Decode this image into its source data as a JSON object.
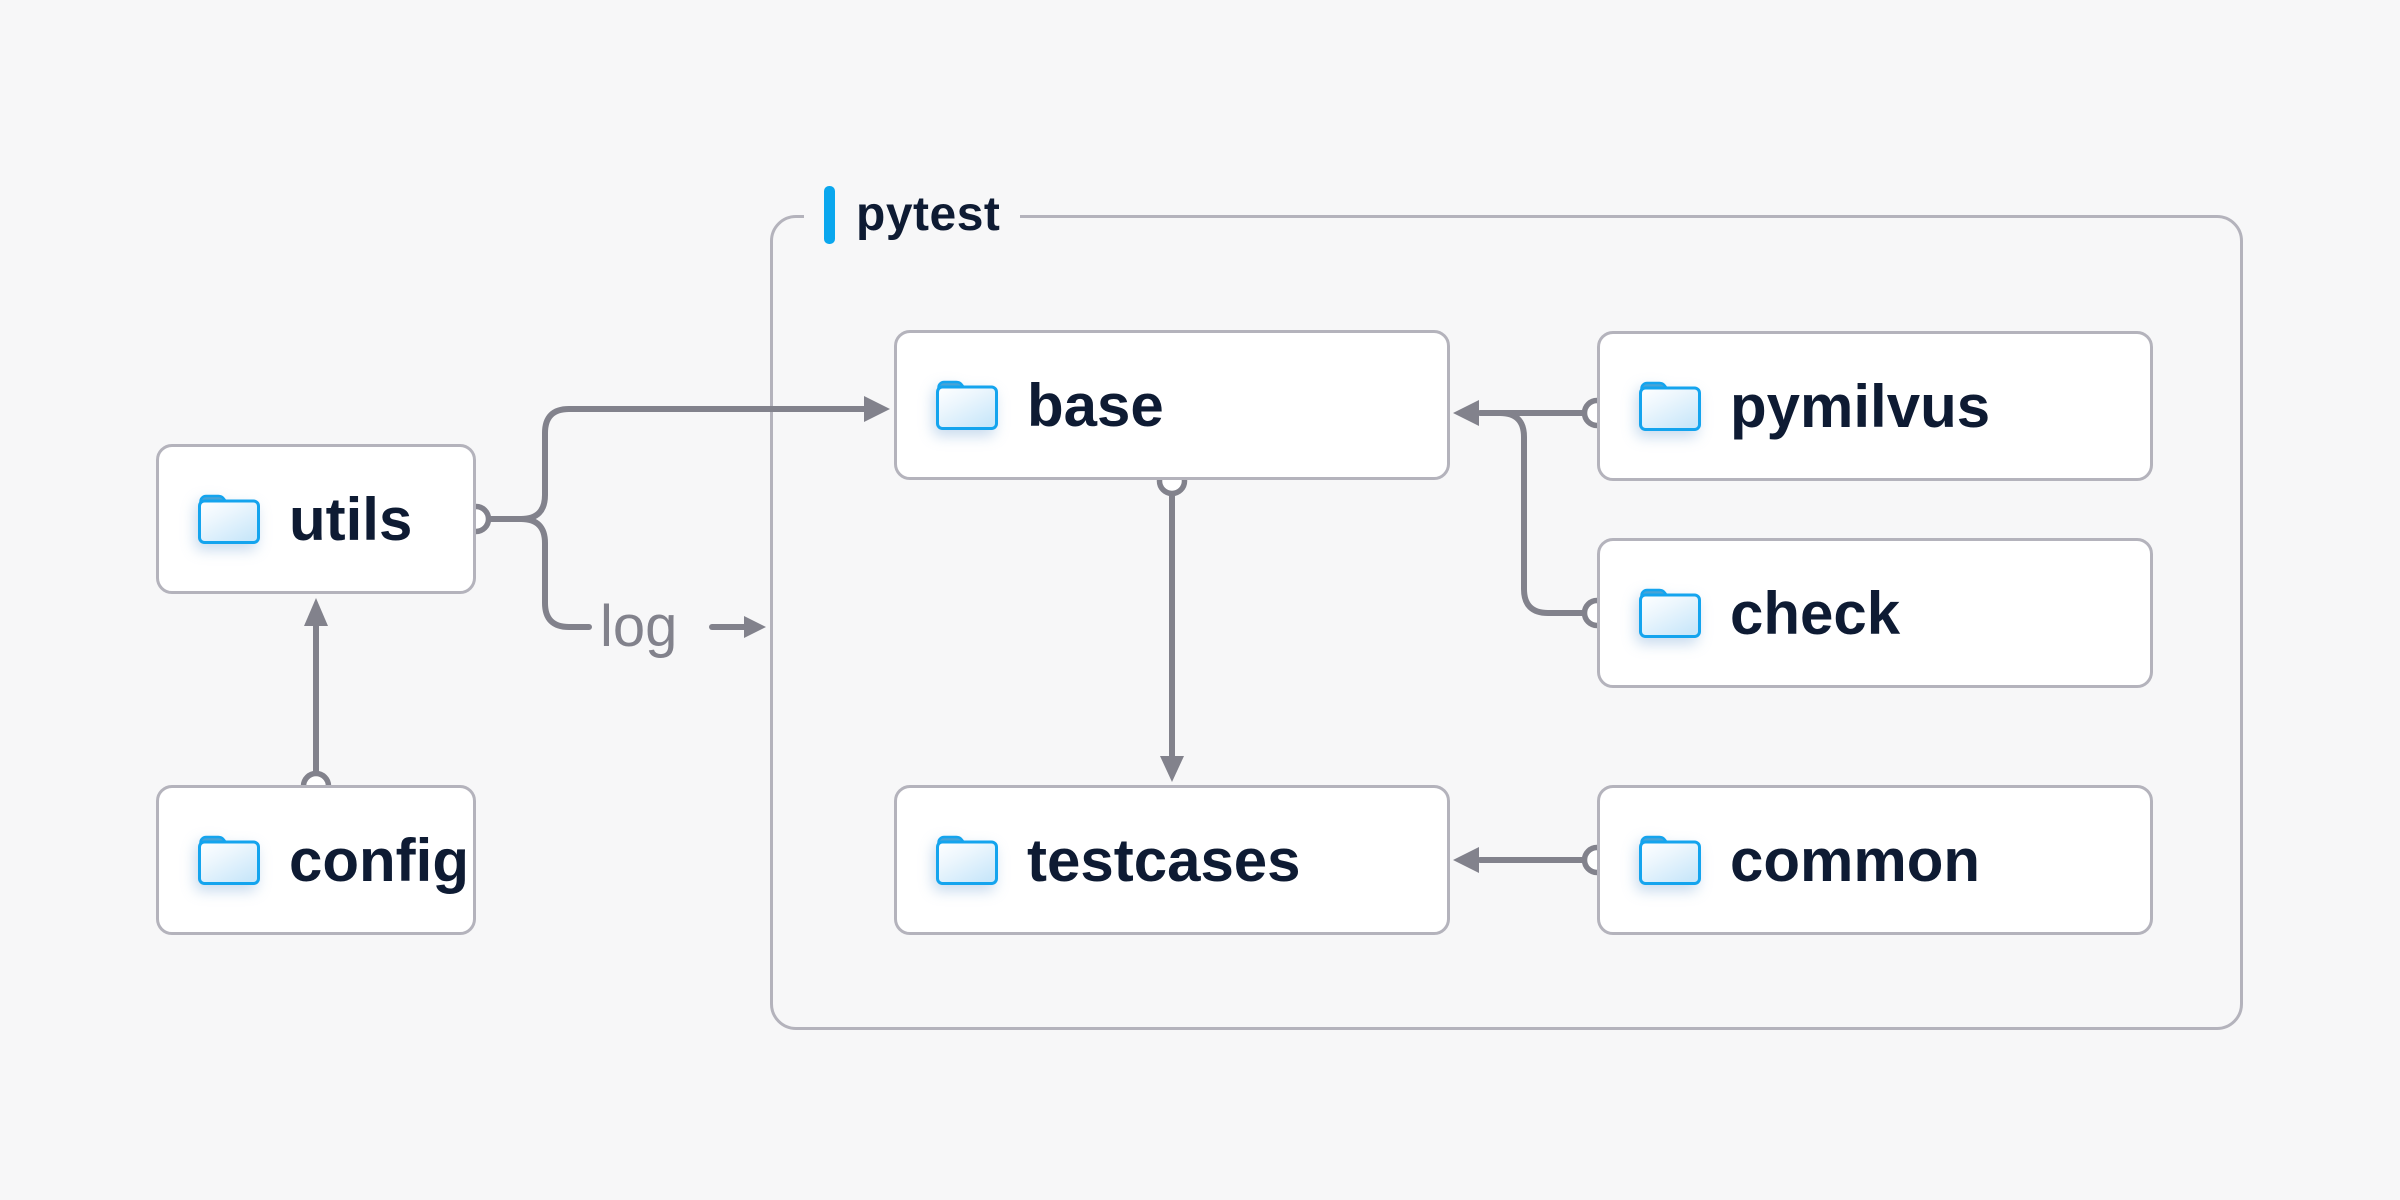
{
  "diagram": {
    "container": {
      "id": "pytest",
      "label": "pytest"
    },
    "nodes": [
      {
        "id": "utils",
        "label": "utils",
        "inside_pytest": false
      },
      {
        "id": "config",
        "label": "config",
        "inside_pytest": false
      },
      {
        "id": "base",
        "label": "base",
        "inside_pytest": true
      },
      {
        "id": "testcases",
        "label": "testcases",
        "inside_pytest": true
      },
      {
        "id": "pymilvus",
        "label": "pymilvus",
        "inside_pytest": true
      },
      {
        "id": "check",
        "label": "check",
        "inside_pytest": true
      },
      {
        "id": "common",
        "label": "common",
        "inside_pytest": true
      }
    ],
    "edges": [
      {
        "from": "config",
        "to": "utils"
      },
      {
        "from": "utils",
        "to": "base"
      },
      {
        "from": "utils",
        "to": "pytest",
        "label": "log"
      },
      {
        "from": "base",
        "to": "testcases"
      },
      {
        "from": "pymilvus",
        "to": "base"
      },
      {
        "from": "check",
        "to": "base"
      },
      {
        "from": "common",
        "to": "testcases"
      }
    ],
    "colors": {
      "background": "#f7f7f8",
      "node_background": "#ffffff",
      "border": "#b4b3bc",
      "connector": "#82828c",
      "accent_bar": "#0aa7ee",
      "label_text": "#0e1b33",
      "edge_label_text": "#82828c",
      "folder_stroke": "#14a4ee",
      "folder_tab": "#49a3d6",
      "folder_fill_top": "#ffffff",
      "folder_fill_bottom": "#c9e7fa"
    }
  }
}
